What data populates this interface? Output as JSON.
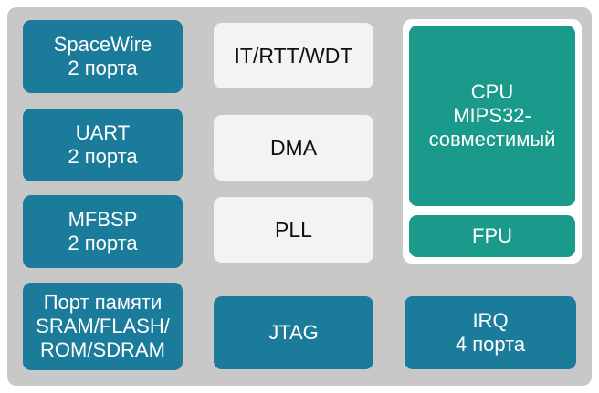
{
  "left_column": {
    "spacewire": {
      "line1": "SpaceWire",
      "line2": "2 порта"
    },
    "uart": {
      "line1": "UART",
      "line2": "2 порта"
    },
    "mfbsp": {
      "line1": "MFBSP",
      "line2": "2 порта"
    },
    "memory_port": {
      "line1": "Порт памяти",
      "line2": "SRAM/FLASH/",
      "line3": "ROM/SDRAM"
    }
  },
  "middle_column": {
    "timers": "IT/RTT/WDT",
    "dma": "DMA",
    "pll": "PLL",
    "jtag": "JTAG"
  },
  "right_column": {
    "cpu": {
      "line1": "CPU",
      "line2": "MIPS32-",
      "line3": "совместимый"
    },
    "fpu": "FPU",
    "irq": {
      "line1": "IRQ",
      "line2": "4 порта"
    }
  },
  "colors": {
    "panel": "#c8c8c8",
    "blue_block": "#1b7b9a",
    "light_block": "#f3f3f3",
    "teal_block": "#1a9a8a"
  }
}
